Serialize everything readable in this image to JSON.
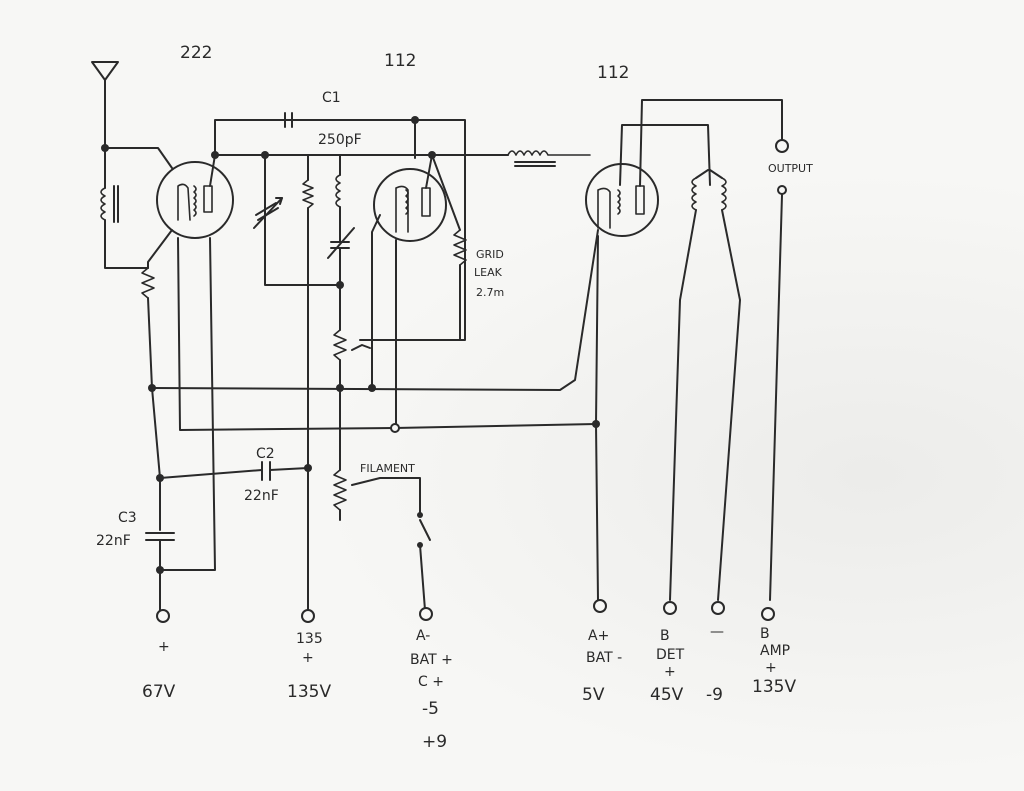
{
  "tubes": {
    "v1": "222",
    "v2": "112",
    "v3": "112"
  },
  "components": {
    "c1_name": "C1",
    "c1_value": "250pF",
    "c2_name": "C2",
    "c2_value": "22nF",
    "c3_name": "C3",
    "c3_value": "22nF",
    "grid_leak_line1": "GRID",
    "grid_leak_line2": "LEAK",
    "grid_leak_value": "2.7m",
    "filament_label": "FILAMENT",
    "output_label": "OUTPUT"
  },
  "terminals": [
    {
      "lines": [
        "+"
      ],
      "voltage": "67V"
    },
    {
      "lines": [
        "135",
        "+"
      ],
      "voltage": "135V"
    },
    {
      "lines": [
        "A-",
        "BAT +",
        "C +"
      ],
      "voltage": "-5",
      "extra": "+9"
    },
    {
      "lines": [
        "A+",
        "BAT -"
      ],
      "voltage": "5V"
    },
    {
      "lines": [
        "B",
        "DET",
        "+"
      ],
      "voltage": "45V"
    },
    {
      "lines": [
        "—"
      ],
      "voltage": "-9"
    },
    {
      "lines": [
        "B",
        "AMP",
        "+"
      ],
      "voltage": "135V"
    }
  ]
}
